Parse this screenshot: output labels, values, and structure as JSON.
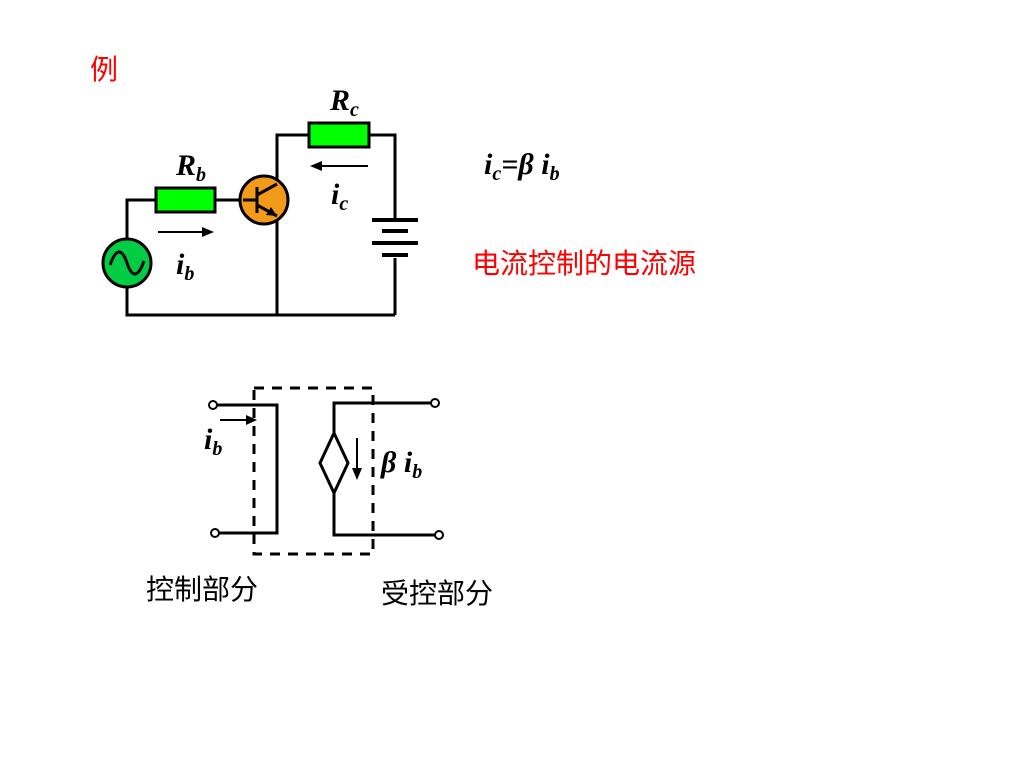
{
  "title_label": "例",
  "circuit": {
    "rc_label": {
      "main": "R",
      "sub": "c"
    },
    "rb_label": {
      "main": "R",
      "sub": "b"
    },
    "ic_label": {
      "main": "i",
      "sub": "c"
    },
    "ib_label": {
      "main": "i",
      "sub": "b"
    }
  },
  "equation": {
    "lhs": "i",
    "lhs_sub": "c",
    "eq": "=",
    "beta": "β",
    "rhs": "i",
    "rhs_sub": "b"
  },
  "caption": "电流控制的电流源",
  "model": {
    "ib_label": {
      "main": "i",
      "sub": "b"
    },
    "source_label": {
      "beta": "β",
      "main": "i",
      "sub": "b"
    },
    "control_part": "控制部分",
    "controlled_part": "受控部分"
  },
  "colors": {
    "accent_red": "#ff0000",
    "resistor_green": "#00ff00",
    "transistor_orange": "#f39a1b",
    "source_green": "#00cc44",
    "line_black": "#000000"
  }
}
